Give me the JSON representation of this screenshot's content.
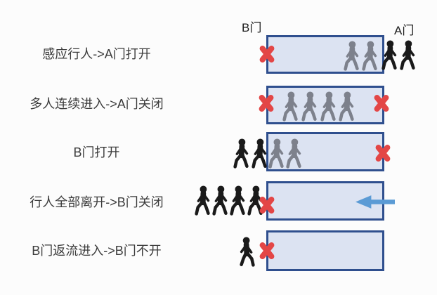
{
  "doors": {
    "b_label": "B门",
    "a_label": "A门"
  },
  "rows": [
    {
      "label": "感应行人->A门打开",
      "blocked_doors": [
        "B门"
      ],
      "people": {
        "inside_gray": 2,
        "outside_right_black": 2
      }
    },
    {
      "label": "多人连续进入->A门关闭",
      "blocked_doors": [
        "B门",
        "A门"
      ],
      "people": {
        "inside_gray": 4
      }
    },
    {
      "label": "B门打开",
      "blocked_doors": [
        "A门"
      ],
      "people": {
        "outside_left_black": 2,
        "inside_gray": 2
      }
    },
    {
      "label": "行人全部离开->B门关闭",
      "blocked_doors": [
        "B门"
      ],
      "people": {
        "outside_left_black": 4
      },
      "arrow_direction": "left"
    },
    {
      "label": "B门返流进入->B门不开",
      "blocked_doors": [
        "B门"
      ],
      "people": {
        "outside_left_black": 1
      }
    }
  ],
  "icons": {
    "person": "walking-person-icon",
    "cross": "blocked-x-icon",
    "arrow": "left-arrow-icon"
  },
  "colors": {
    "background": "#fcfcfc",
    "box_fill": "#dce3f2",
    "box_border": "#2f4f8e",
    "cross_red": "#e34646",
    "person_gray": "#7d818c",
    "person_black": "#1a1a1a",
    "arrow_blue": "#5b9bd5",
    "label_text": "#3b3b3b"
  }
}
